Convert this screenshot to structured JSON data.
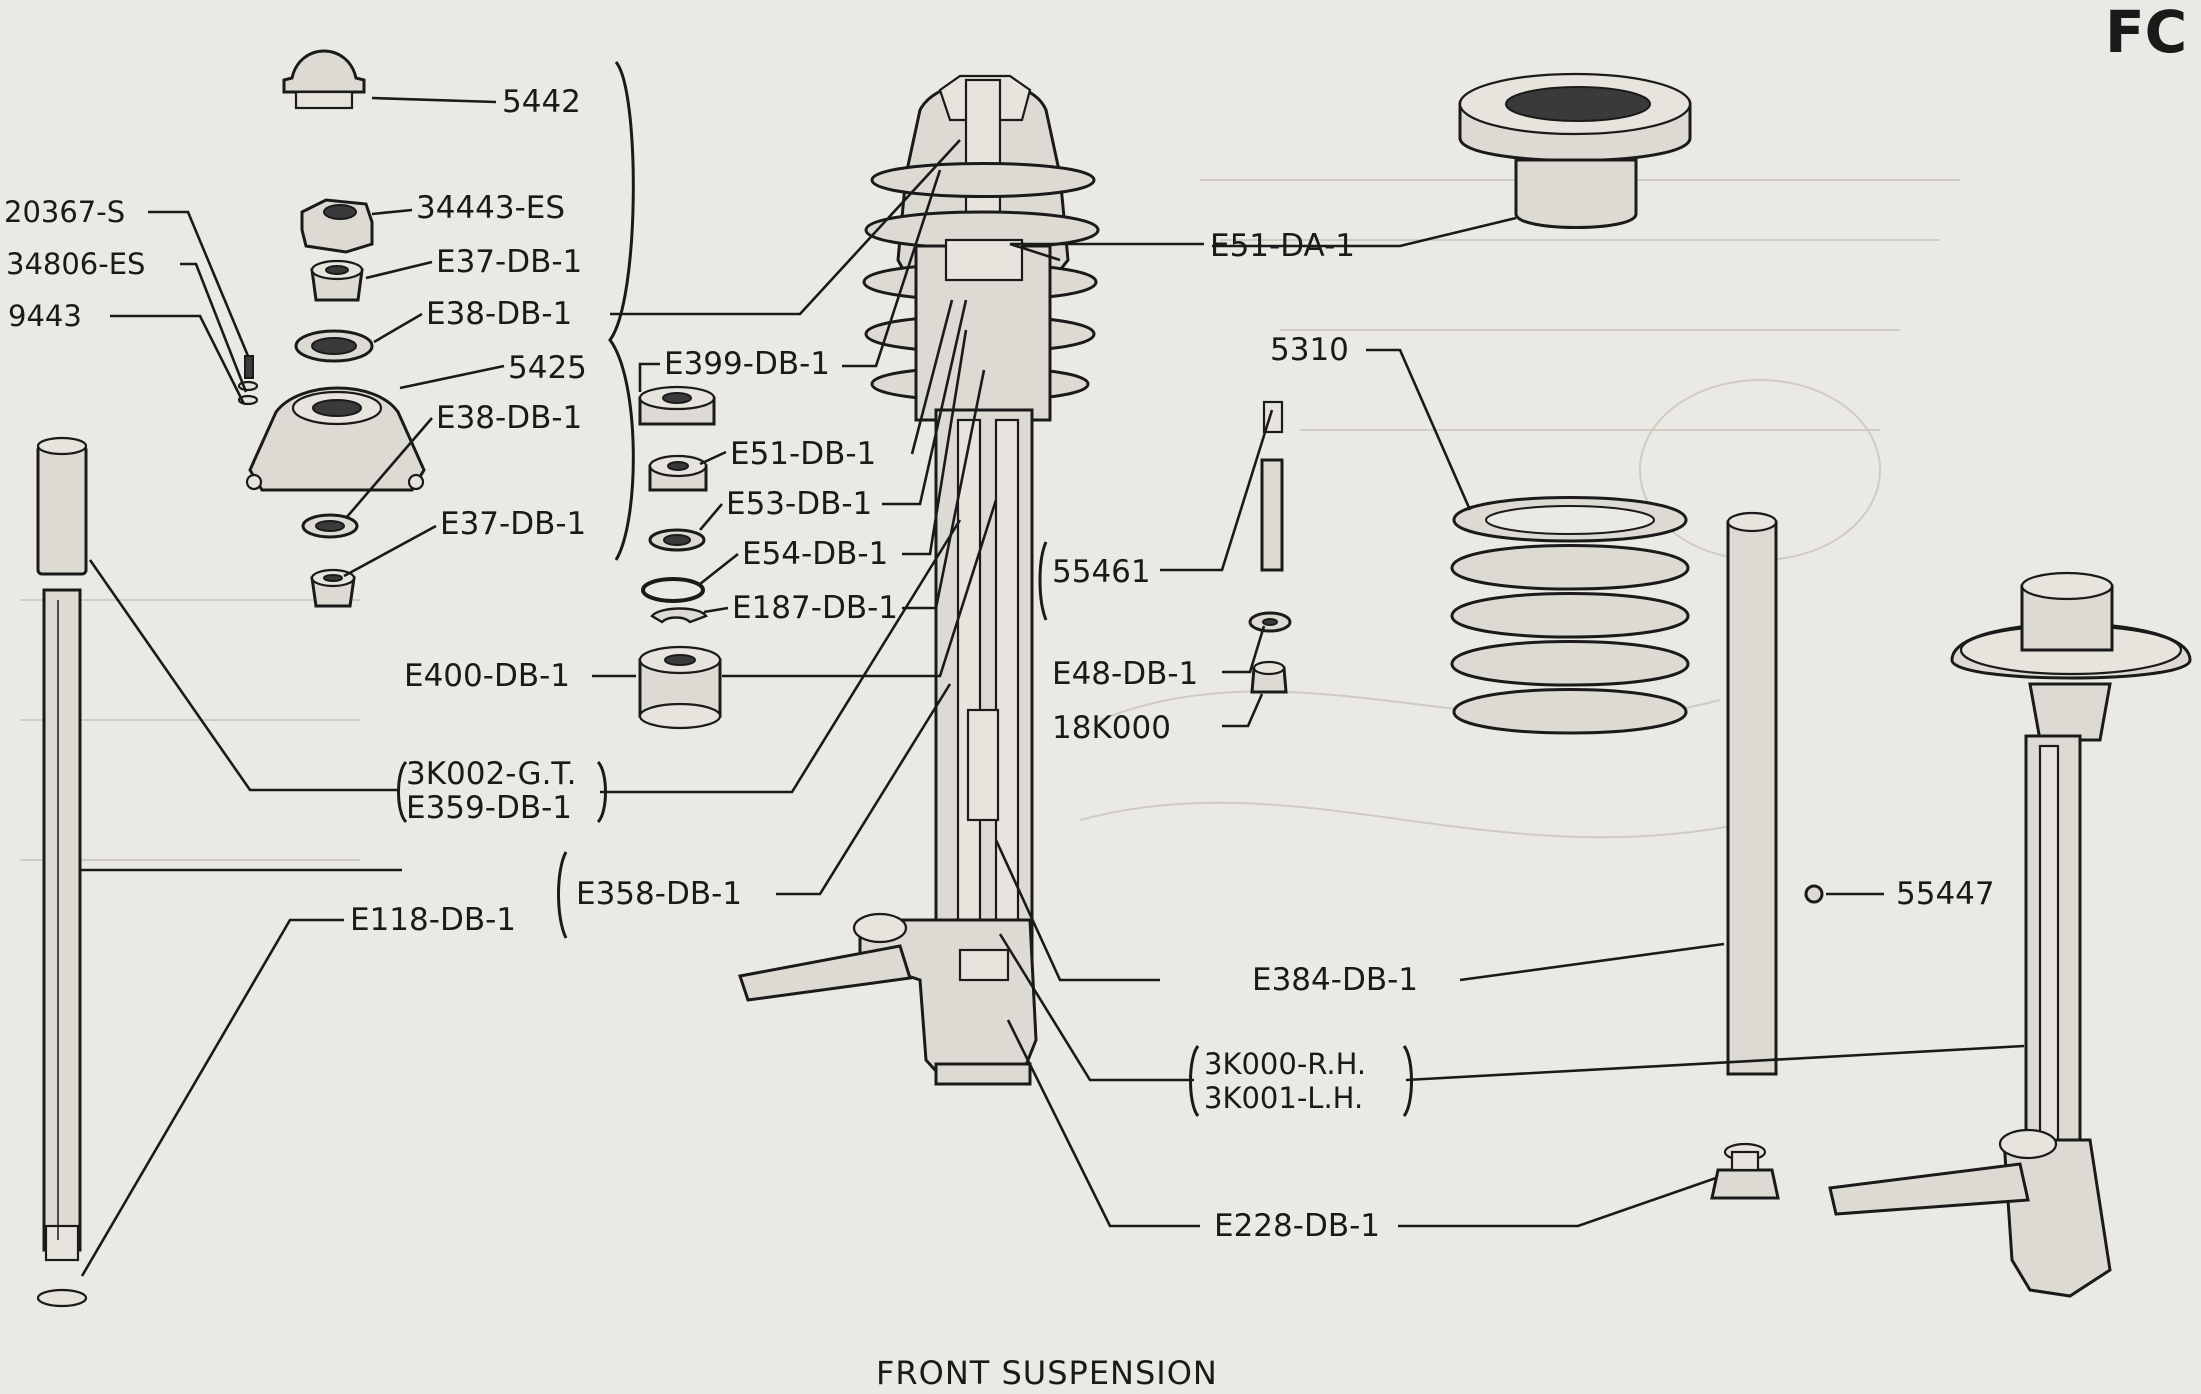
{
  "corner_code": "FC",
  "caption": "FRONT SUSPENSION",
  "labels": {
    "p5442": "5442",
    "p34443": "34443-ES",
    "p20367": "20367-S",
    "p34806": "34806-ES",
    "pE37a": "E37-DB-1",
    "p9443": "9443",
    "pE38a": "E38-DB-1",
    "p5425": "5425",
    "pE38b": "E38-DB-1",
    "pE37b": "E37-DB-1",
    "pE399": "E399-DB-1",
    "pE51DB": "E51-DB-1",
    "pE53": "E53-DB-1",
    "pE54": "E54-DB-1",
    "pE187": "E187-DB-1",
    "pE400": "E400-DB-1",
    "p3K002": "3K002-G.T.",
    "pE359": "E359-DB-1",
    "pE358": "E358-DB-1",
    "pE118": "E118-DB-1",
    "pE51DA": "E51-DA-1",
    "p5310": "5310",
    "p55461": "55461",
    "pE48": "E48-DB-1",
    "p18K000": "18K000",
    "p55447": "55447",
    "pE384": "E384-DB-1",
    "p3K000": "3K000-R.H.",
    "p3K001": "3K001-L.H.",
    "pE228": "E228-DB-1"
  }
}
